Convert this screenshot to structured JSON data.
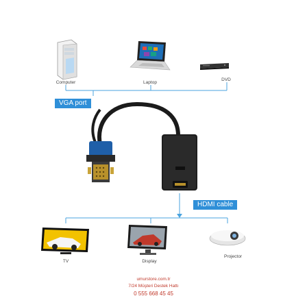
{
  "colors": {
    "line_blue": "#4aa3df",
    "tag_blue": "#2f8fd8",
    "cable_black": "#1b1b1b",
    "connector_blue": "#1f5fa8",
    "footer_red": "#c0392b"
  },
  "sources": {
    "computer_label": "Computer",
    "laptop_label": "Laptop",
    "dvd_label": "DVD"
  },
  "vga_tag": "VGA port",
  "hdmi_tag": "HDMI cable",
  "displays": {
    "tv_label": "TV",
    "display_label": "Display",
    "projector_label": "Projector"
  },
  "footer": {
    "site": "umurstore.com.tr",
    "support": "7/24 Müşteri Destek Hattı",
    "phone": "0 555 668 45 45"
  }
}
